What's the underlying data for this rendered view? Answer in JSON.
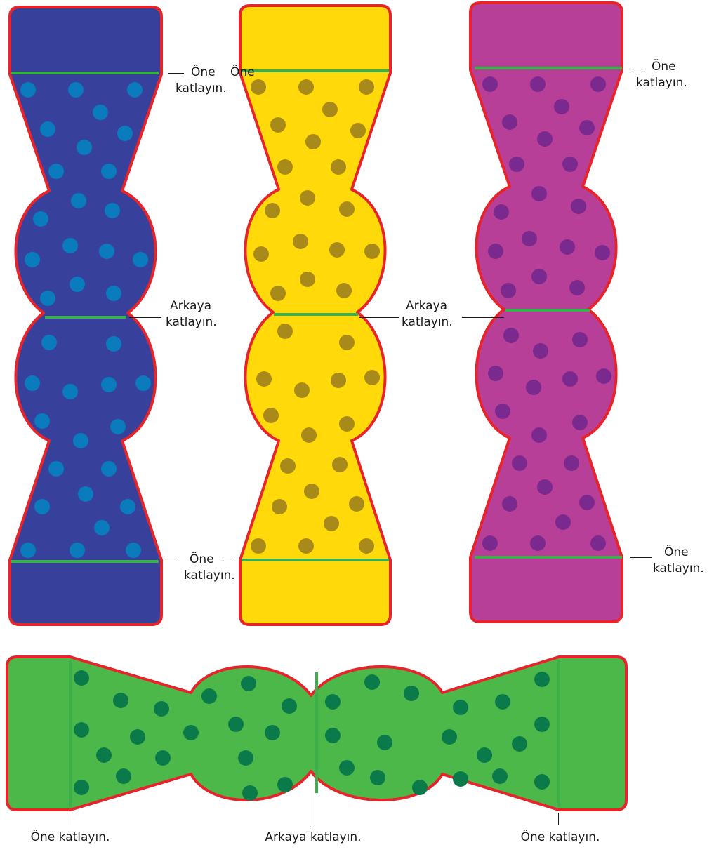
{
  "colors": {
    "outline": "#e8232a",
    "fold_line": "#3aaf4a",
    "blue_fill": "#37409a",
    "blue_dot": "#0a7bbd",
    "yellow_fill": "#ffd90a",
    "yellow_dot": "#a88a1a",
    "purple_fill": "#b83f98",
    "purple_dot": "#7a2a8e",
    "green_fill": "#4db84a",
    "green_dot": "#0a7a4a"
  },
  "labels": {
    "fold_forward": "Öne",
    "fold_back": "Arkaya",
    "fold_word": "katlayın.",
    "fold_forward_full": "Öne katlayın.",
    "fold_back_full": "Arkaya katlayın."
  }
}
